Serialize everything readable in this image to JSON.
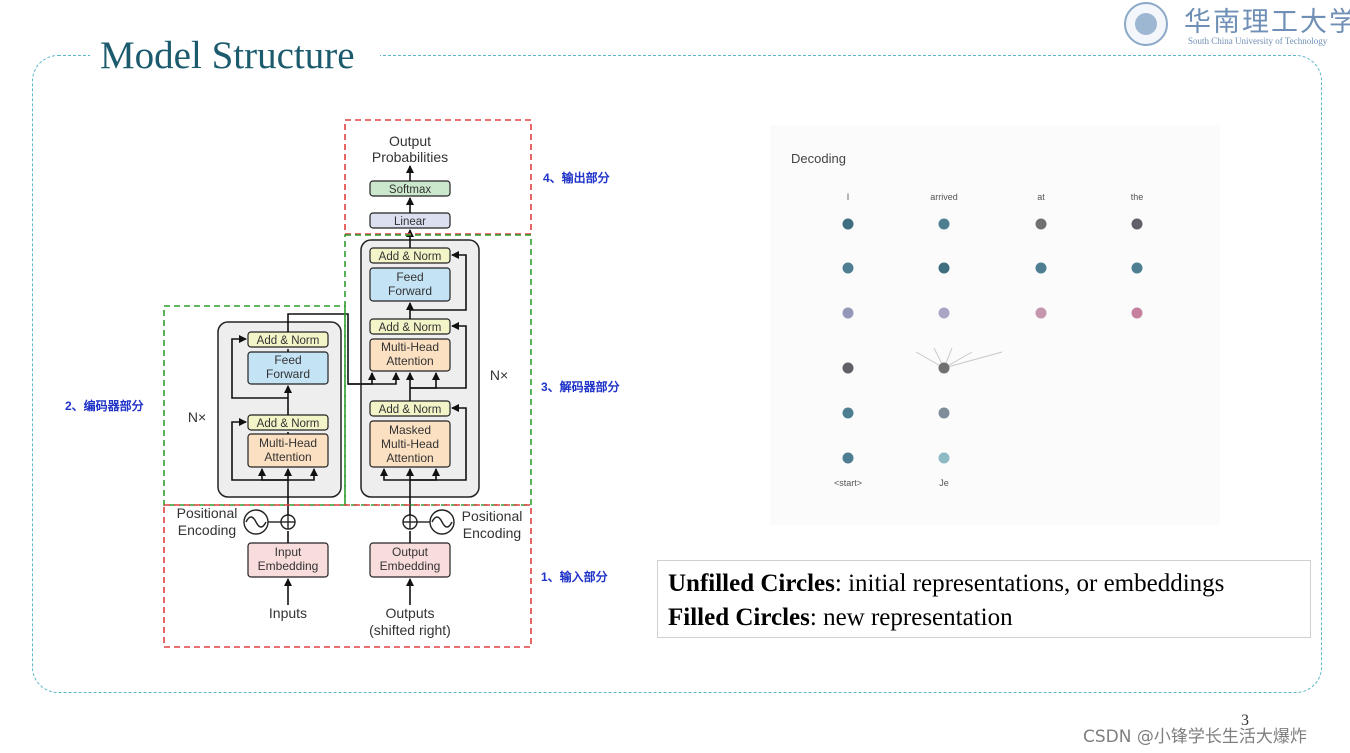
{
  "slide": {
    "title": "Model Structure",
    "page_number": "3",
    "watermark": "CSDN @小锋学长生活大爆炸"
  },
  "logo": {
    "cn": "华南理工大学",
    "en": "South China University of Technology"
  },
  "architecture": {
    "output_probabilities": [
      "Output",
      "Probabilities"
    ],
    "softmax": "Softmax",
    "linear": "Linear",
    "add_norm": "Add & Norm",
    "feed_forward": [
      "Feed",
      "Forward"
    ],
    "multi_head_attention": [
      "Multi-Head",
      "Attention"
    ],
    "masked_attention": [
      "Masked",
      "Multi-Head",
      "Attention"
    ],
    "nx": "N×",
    "positional_encoding": [
      "Positional",
      "Encoding"
    ],
    "input_embedding": [
      "Input",
      "Embedding"
    ],
    "output_embedding": [
      "Output",
      "Embedding"
    ],
    "inputs": "Inputs",
    "outputs": [
      "Outputs",
      "(shifted right)"
    ],
    "colors": {
      "add_norm": "#f3f4c8",
      "feed_forward": "#c4e4f5",
      "attention": "#fce0c2",
      "embedding": "#f9dcdc",
      "softmax": "#cce8cc",
      "linear": "#dcdff0",
      "block": "#eeeeee",
      "section_red": "#e04040",
      "section_green": "#2e9e2e",
      "annotation": "#1f33c8"
    }
  },
  "annotations": {
    "output_part": "4、输出部分",
    "decoder_part": "3、解码器部分",
    "encoder_part": "2、编码器部分",
    "input_part": "1、输入部分"
  },
  "decoding": {
    "title": "Decoding",
    "top_tokens": [
      "I",
      "arrived",
      "at",
      "the"
    ],
    "bottom_tokens": [
      "<start>",
      "Je"
    ],
    "colors": {
      "teal": "#4e7e92",
      "dark_teal": "#3e6e80",
      "gray": "#707070",
      "lavender": "#9497b8",
      "light_lavender": "#aaa5c5",
      "mauve": "#c596ac",
      "pink": "#c4809c",
      "dark_gray": "#5f6068",
      "gray_blue": "#7f8c9a",
      "light_teal": "#8ebac6"
    }
  },
  "caption": {
    "line1_bold": "Unfilled Circles",
    "line1_rest": ": initial representations, or embeddings",
    "line2_bold": "Filled Circles",
    "line2_rest": ": new representation"
  }
}
